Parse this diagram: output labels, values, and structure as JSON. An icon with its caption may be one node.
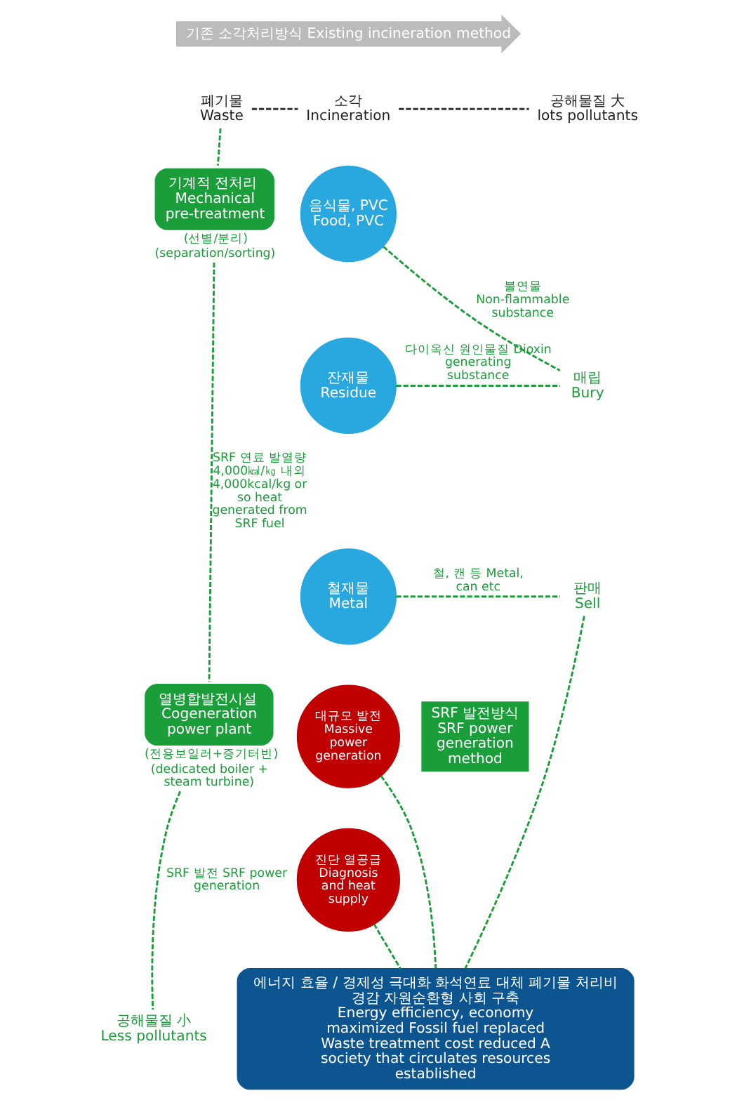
{
  "diagram": {
    "nodes": [
      {
        "text": [
          "폐기물",
          "Waste"
        ]
      },
      {
        "text": [
          "소각",
          "Incineration"
        ]
      },
      {
        "text": [
          "공해물질 大",
          "lots pollutants"
        ]
      },
      {
        "text": [
          "기계적 전처리",
          "Mechanical pre-treatment"
        ],
        "beside": [
          "(선별/분리)",
          "(separation/sorting)"
        ]
      },
      {
        "text": [
          "열병합발전시설",
          "Cogeneration power plant"
        ],
        "beside": [
          "(전용보일러+증기터빈)",
          "(dedicated boiler + steam turbine)"
        ]
      },
      {
        "text": [
          "공해물질 小",
          "Less pollutants"
        ]
      },
      {
        "text": [
          "음식물, PVC",
          "Food, PVC"
        ]
      },
      {
        "text": [
          "잔재물",
          "Residue"
        ]
      },
      {
        "text": [
          "철재물",
          "Metal"
        ]
      },
      {
        "text": [
          "매립",
          "Bury"
        ]
      },
      {
        "text": [
          "판매",
          "Sell"
        ]
      },
      {
        "text": [
          "대규모 발전",
          "Massive power generation"
        ]
      },
      {
        "text": [
          "진단 열공급",
          "Diagnosis and heat supply"
        ]
      },
      {
        "text": [
          "에너지 효율 / 경제성 극대화 화석연료 대체 폐기물 처리비 경감 자원순환형 사회 구축",
          "Energy efficiency, economy maximized Fossil fuel replaced Waste treatment cost reduced A society that circulates resources established"
        ]
      }
    ],
    "edges": [
      {
        "from": 0,
        "to": 1,
        "arrow": "none",
        "style": "dashed",
        "color": "#333333"
      },
      {
        "from": 1,
        "to": 2,
        "arrow": "none",
        "style": "dashed",
        "color": "#333333"
      },
      {
        "from": 0,
        "to": 3,
        "arrow": "none",
        "style": "dashed"
      },
      {
        "from": 3,
        "to": 4,
        "arrow": "none",
        "style": "dashed",
        "label": "SRF 연료 발열량 4,000㎉/㎏ 내외 4,000kcal/kg or so heat generated from SRF fuel"
      },
      {
        "from": 4,
        "to": 5,
        "arrow": "none",
        "style": "dashed",
        "label": "SRF 발전 SRF power generation"
      },
      {
        "from": 6,
        "to": 9,
        "arrow": "none",
        "style": "dashed",
        "label": "불연물 Non-flammable substance"
      },
      {
        "from": 7,
        "to": 9,
        "arrow": "none",
        "style": "dashed",
        "label": "다이옥신 원인물질 Dioxin generating substance"
      },
      {
        "from": 8,
        "to": 10,
        "arrow": "none",
        "style": "dashed",
        "label": "철, 캔 등 Metal, can etc"
      },
      {
        "from": 11,
        "to": 13,
        "arrow": "none",
        "style": "dashed"
      },
      {
        "from": 12,
        "to": 13,
        "arrow": "none",
        "style": "dashed"
      },
      {
        "from": 10,
        "to": 13,
        "arrow": "none",
        "style": "dashed"
      }
    ],
    "labels": [
      "기존 소각처리방식 Existing incineration method",
      "SRF 발전방식 SRF power generation method"
    ]
  }
}
